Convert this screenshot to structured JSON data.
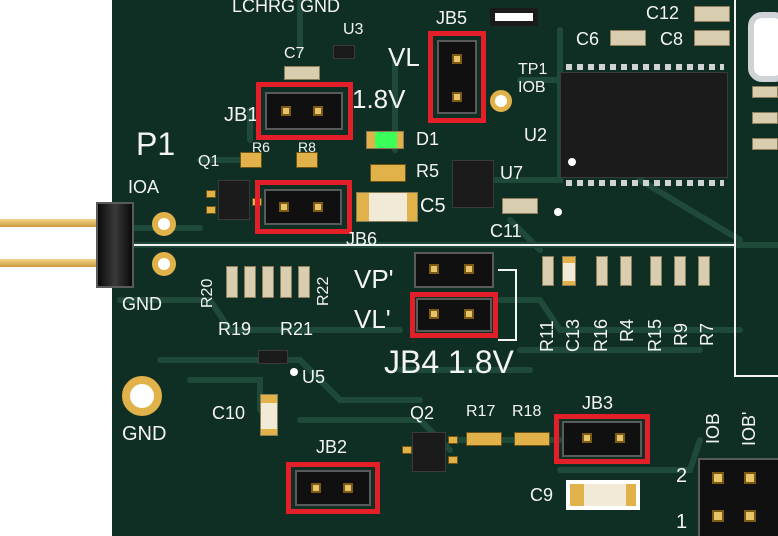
{
  "board": {
    "top_label": "LCHRG GND",
    "p1": {
      "label": "P1",
      "ioa": "IOA",
      "gnd": "GND"
    },
    "gnd_pad_label": "GND",
    "jumpers": {
      "jb1": "JB1",
      "jb5": "JB5",
      "jb6": "JB6",
      "jb4": "JB4 1.8V",
      "jb3": "JB3",
      "jb2": "JB2"
    },
    "labels": {
      "vl_top": "VL",
      "v18_top": "1.8V",
      "vp": "VP'",
      "vl": "VL'",
      "tp1": "TP1",
      "iob_tp": "IOB",
      "iob_conn": "IOB",
      "iob_conn2": "IOB'",
      "pin2": "2",
      "pin1": "1"
    },
    "components": {
      "u3": "U3",
      "u2": "U2",
      "u7": "U7",
      "u5": "U5",
      "q1": "Q1",
      "q2": "Q2",
      "d1": "D1",
      "c5": "C5",
      "c6": "C6",
      "c7": "C7",
      "c8": "C8",
      "c9": "C9",
      "c10": "C10",
      "c11": "C11",
      "c12": "C12",
      "c13": "C13",
      "r4": "R4",
      "r5": "R5",
      "r6": "R6",
      "r7": "R7",
      "r8": "R8",
      "r9": "R9",
      "r11": "R11",
      "r15": "R15",
      "r16": "R16",
      "r17": "R17",
      "r18": "R18",
      "r19": "R19",
      "r20": "R20",
      "r21": "R21",
      "r22": "R22"
    }
  },
  "colors": {
    "pcb": "#0f2f24",
    "silkscreen": "#f4f4f4",
    "highlight": "#e3202a",
    "copper": "#e2b24a"
  }
}
